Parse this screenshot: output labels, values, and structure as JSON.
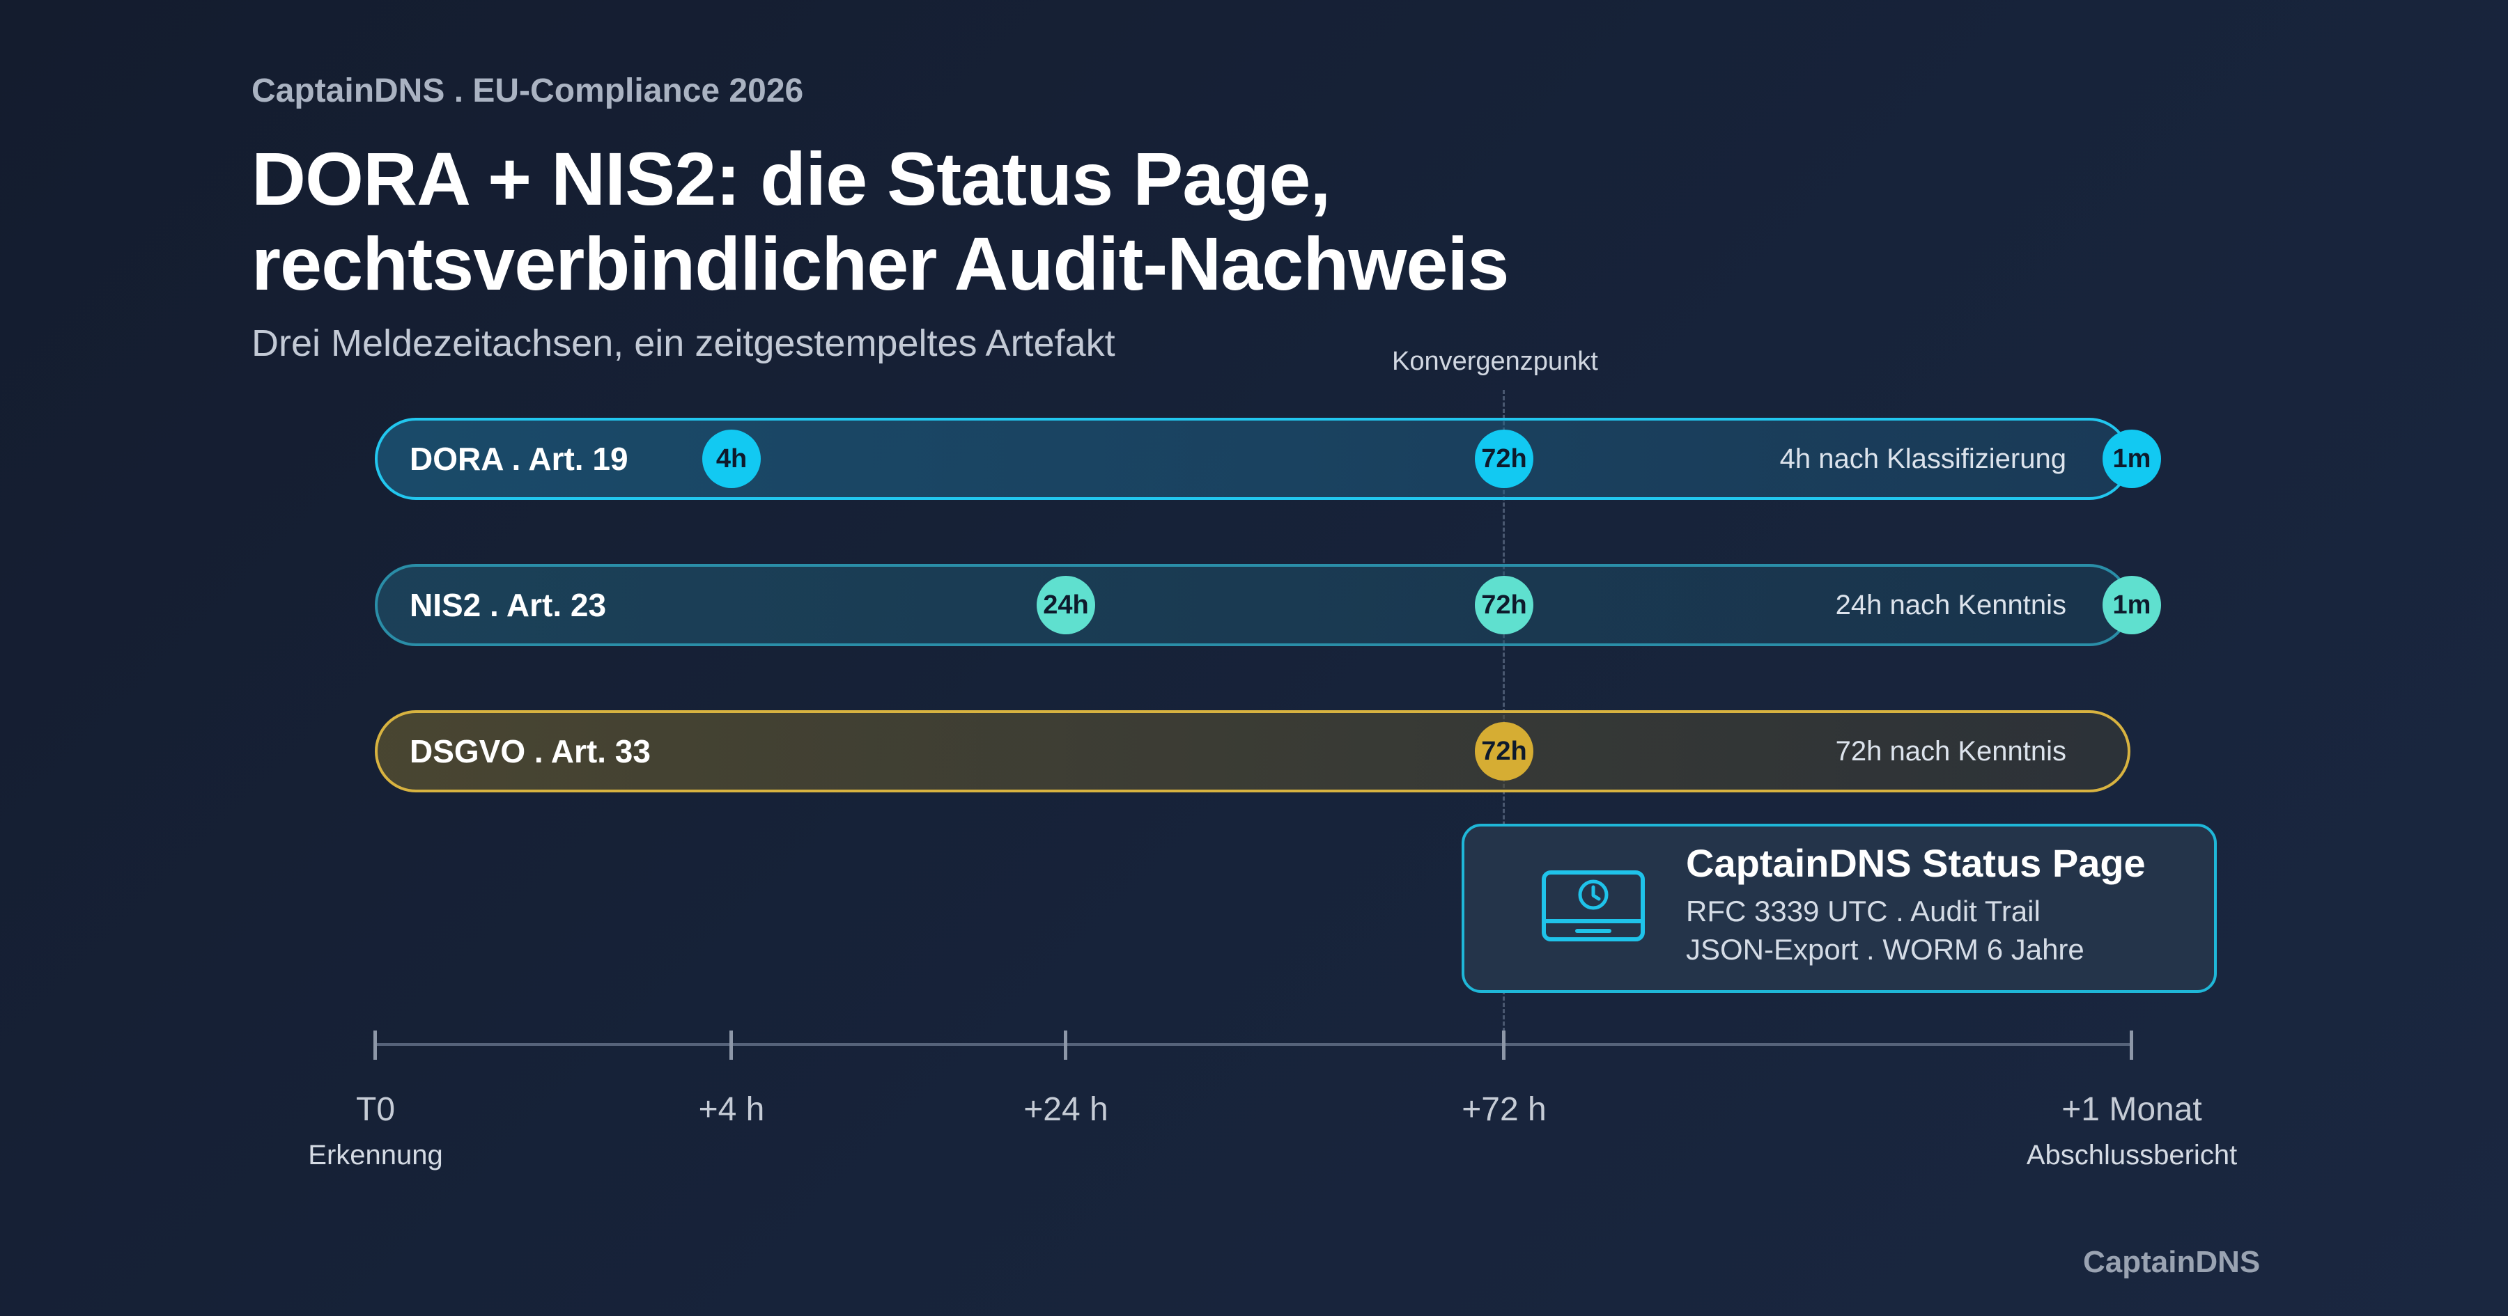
{
  "header": {
    "eyebrow": "CaptainDNS . EU-Compliance 2026",
    "title_line1": "DORA + NIS2: die Status Page,",
    "title_line2": "rechtsverbindlicher Audit-Nachweis",
    "subtitle": "Drei Meldezeitachsen, ein zeitgestempeltes Artefakt"
  },
  "convergence_label": "Konvergenzpunkt",
  "lanes": [
    {
      "label": "DORA . Art. 19",
      "note": "4h nach Klassifizierung",
      "color": "#22c7ef",
      "markers": [
        "4h",
        "72h",
        "1m"
      ]
    },
    {
      "label": "NIS2 . Art. 23",
      "note": "24h nach Kenntnis",
      "color": "#2a8ea8",
      "markers": [
        "24h",
        "72h",
        "1m"
      ]
    },
    {
      "label": "DSGVO . Art. 33",
      "note": "72h nach Kenntnis",
      "color": "#d8b340",
      "markers": [
        "72h"
      ]
    }
  ],
  "card": {
    "icon": "monitor-clock-icon",
    "title": "CaptainDNS Status Page",
    "line1": "RFC 3339 UTC . Audit Trail",
    "line2": "JSON-Export . WORM 6 Jahre",
    "border_color": "#1fb7d8"
  },
  "axis": {
    "ticks": [
      {
        "label": "T0",
        "sub": "Erkennung"
      },
      {
        "label": "+4 h",
        "sub": ""
      },
      {
        "label": "+24 h",
        "sub": ""
      },
      {
        "label": "+72 h",
        "sub": ""
      },
      {
        "label": "+1 Monat",
        "sub": "Abschlussbericht"
      }
    ]
  },
  "footer": "CaptainDNS"
}
